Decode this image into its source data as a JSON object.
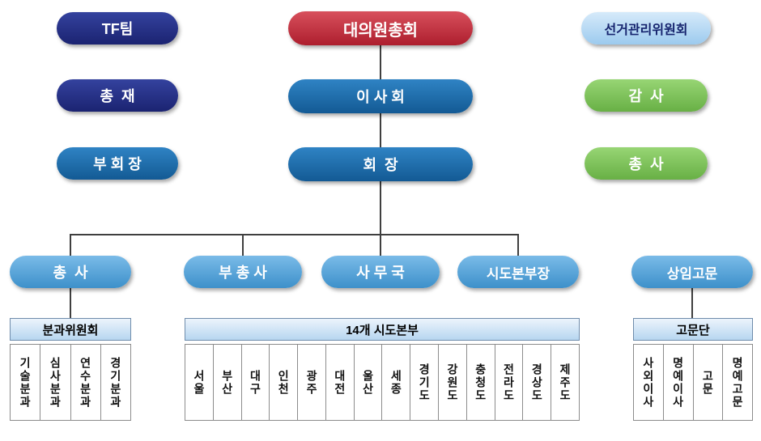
{
  "nodes": {
    "tf_team": "TF팀",
    "assembly": "대의원총회",
    "election_committee": "선거관리위원회",
    "chongjae": "총  재",
    "board": "이 사 회",
    "auditor": "감  사",
    "vice_chairman": "부 회 장",
    "chairman": "회  장",
    "chongsa_green": "총  사",
    "chongsa_sky": "총  사",
    "vice_chongsa": "부 총 사",
    "secretariat": "사 무 국",
    "regional_hq_head": "시도본부장",
    "standing_advisor": "상임고문"
  },
  "tables": {
    "subcommittee": {
      "header": "분과위원회",
      "cells": [
        "기술분과",
        "심사분과",
        "연수분과",
        "경기분과"
      ]
    },
    "regional": {
      "header": "14개 시도본부",
      "cells": [
        "서울",
        "부산",
        "대구",
        "인천",
        "광주",
        "대전",
        "울산",
        "세종",
        "경기도",
        "강원도",
        "충청도",
        "전라도",
        "경상도",
        "제주도"
      ]
    },
    "advisors": {
      "header": "고문단",
      "cells": [
        "사외이사",
        "명예이사",
        "고문",
        "명예고문"
      ]
    }
  },
  "colors": {
    "navy": "#1f2b7e",
    "red": "#c23240",
    "blue": "#1e6cad",
    "green": "#7cc35f",
    "sky": "#4f9fd6",
    "light_blue_node": "#aed4f2",
    "table_header": "#bcd8f0",
    "connector_line": "#3f3f3f"
  }
}
